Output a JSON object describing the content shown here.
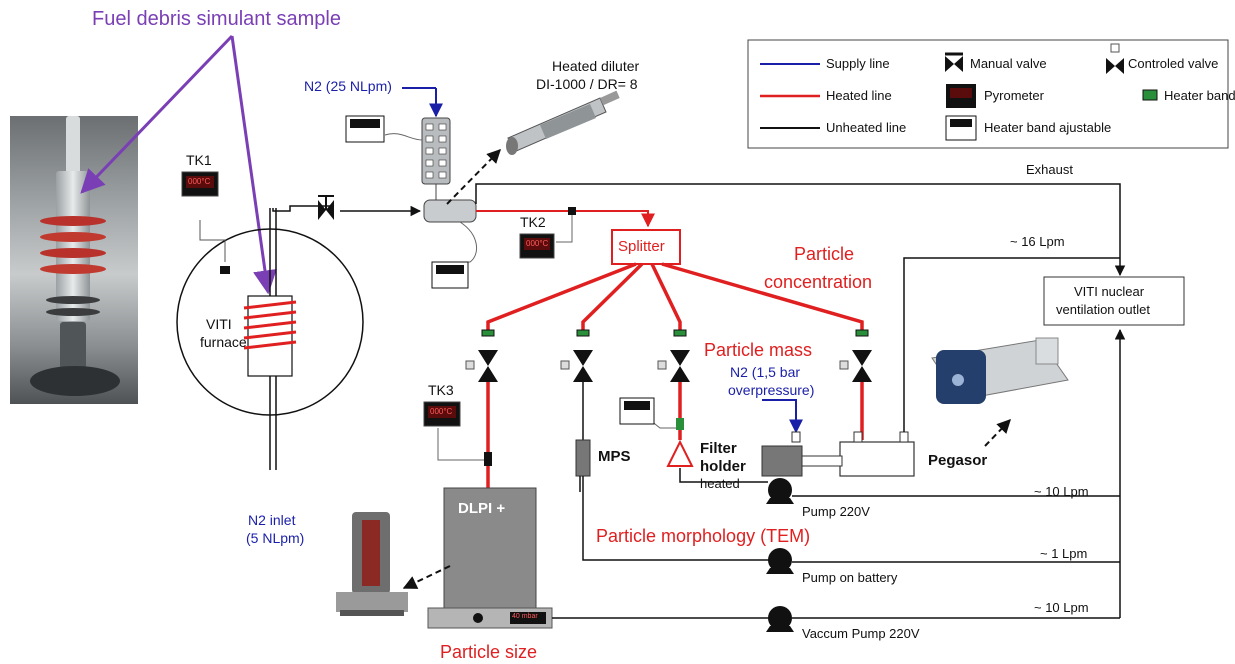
{
  "labels": {
    "fuel_debris": "Fuel debris simulant sample",
    "n2_diluter": "N2 (25 NLpm)",
    "heated_diluter_1": "Heated diluter",
    "heated_diluter_2": "DI-1000 / DR= 8",
    "tk1": "TK1",
    "tk2": "TK2",
    "tk3": "TK3",
    "viti_furnace_1": "VITI",
    "viti_furnace_2": "furnace",
    "n2_inlet_1": "N2 inlet",
    "n2_inlet_2": "(5 NLpm)",
    "splitter": "Splitter",
    "particle_concentration_1": "Particle",
    "particle_concentration_2": "concentration",
    "particle_mass": "Particle mass",
    "n2_overpressure_1": "N2 (1,5 bar",
    "n2_overpressure_2": "overpressure)",
    "mps": "MPS",
    "filter_holder_1": "Filter",
    "filter_holder_2": "holder",
    "filter_holder_3": "heated",
    "pegasor": "Pegasor",
    "dlpi": "DLPI +",
    "particle_morphology": "Particle morphology (TEM)",
    "particle_size": "Particle size",
    "pump_220": "Pump 220V",
    "pump_battery": "Pump on battery",
    "vacuum_pump": "Vaccum Pump 220V",
    "exhaust": "Exhaust",
    "flow_16": "~   16 Lpm",
    "flow_10a": "~ 10 Lpm",
    "flow_1": "~ 1 Lpm",
    "flow_10b": "~ 10 Lpm",
    "viti_outlet_1": "VITI nuclear",
    "viti_outlet_2": "ventilation outlet",
    "display_value": "000°C",
    "dlpi_display": "40 mbar"
  },
  "legend": {
    "supply_line": "Supply line",
    "heated_line": "Heated line",
    "unheated_line": "Unheated line",
    "manual_valve": "Manual valve",
    "controlled_valve": "Controled valve",
    "pyrometer": "Pyrometer",
    "heater_band": "Heater band",
    "heater_band_adjustable": "Heater band ajustable"
  },
  "colors": {
    "supply": "#1a1fa8",
    "heated": "#e02020",
    "unheated": "#111111",
    "annotation": "#7a3fb5"
  }
}
